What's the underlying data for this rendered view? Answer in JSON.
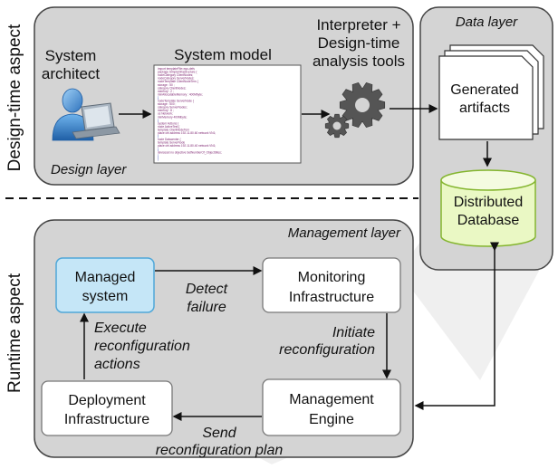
{
  "aspects": {
    "design_time": "Design-time aspect",
    "runtime": "Runtime aspect"
  },
  "layers": {
    "design": "Design layer",
    "data": "Data layer",
    "management": "Management layer"
  },
  "actors": {
    "architect_line1": "System",
    "architect_line2": "architect",
    "model_title": "System model",
    "interpreter_line1": "Interpreter +",
    "interpreter_line2": "Design-time",
    "interpreter_line3": "analysis tools"
  },
  "data_layer": {
    "artifacts_line1": "Generated",
    "artifacts_line2": "artifacts",
    "db_line1": "Distributed",
    "db_line2": "Database"
  },
  "nodes": {
    "managed_line1": "Managed",
    "managed_line2": "system",
    "monitoring_line1": "Monitoring",
    "monitoring_line2": "Infrastructure",
    "engine_line1": "Management",
    "engine_line2": "Engine",
    "deployment_line1": "Deployment",
    "deployment_line2": "Infrastructure"
  },
  "edges": {
    "detect_line1": "Detect",
    "detect_line2": "failure",
    "initiate_line1": "Initiate",
    "initiate_line2": "reconfiguration",
    "send_line1": "Send",
    "send_line2": "reconfiguration plan",
    "execute_line1": "Execute",
    "execute_line2": "reconfiguration",
    "execute_line3": "actions"
  },
  "code_lines": [
    "import templateFile=sys-defs",
    "package SimpleInfrastructure {",
    "  nodeCategory ClientNodes;",
    "  nodeCategory ServerNodes;",
    "  nodeTemplate ClientNodeTem {",
    "    storage : 50 ;",
    "    category ClientNodes;",
    "    memory : 2 ;",
    "    minAllocatableMemory : 400Mbyte;",
    "  }",
    "  nodeTemplate ServerNode {",
    "    storage : 500 ;",
    "    category ServerNodes;",
    "    memory : 8 ;",
    "    os Network;",
    "    minMemory 400Mbyte;",
    "  }",
    "  system Actions {",
    "    node ActiveTest {",
    "      template ClientNodeTem",
    "      place ctrl address 192.11.80.60 network VN1;",
    "    }",
    "    node Datacenter {",
    "      template ServerNode",
    "      place ctrl address 192.11.80.40 network VN1;",
    "    }",
    "    deviceset no objective SetNumberOf_ObjectSites;",
    "  }",
    "}"
  ],
  "colors": {
    "panel_fill": "#d4d4d4",
    "panel_stroke": "#444444",
    "managed_fill": "#c5e6f7",
    "managed_stroke": "#4fa7d8",
    "db_fill": "#eaf8c4",
    "db_stroke": "#84b52e",
    "gear": "#555555",
    "code_keyword": "#7a1d6c",
    "code_string": "#2530b0"
  }
}
